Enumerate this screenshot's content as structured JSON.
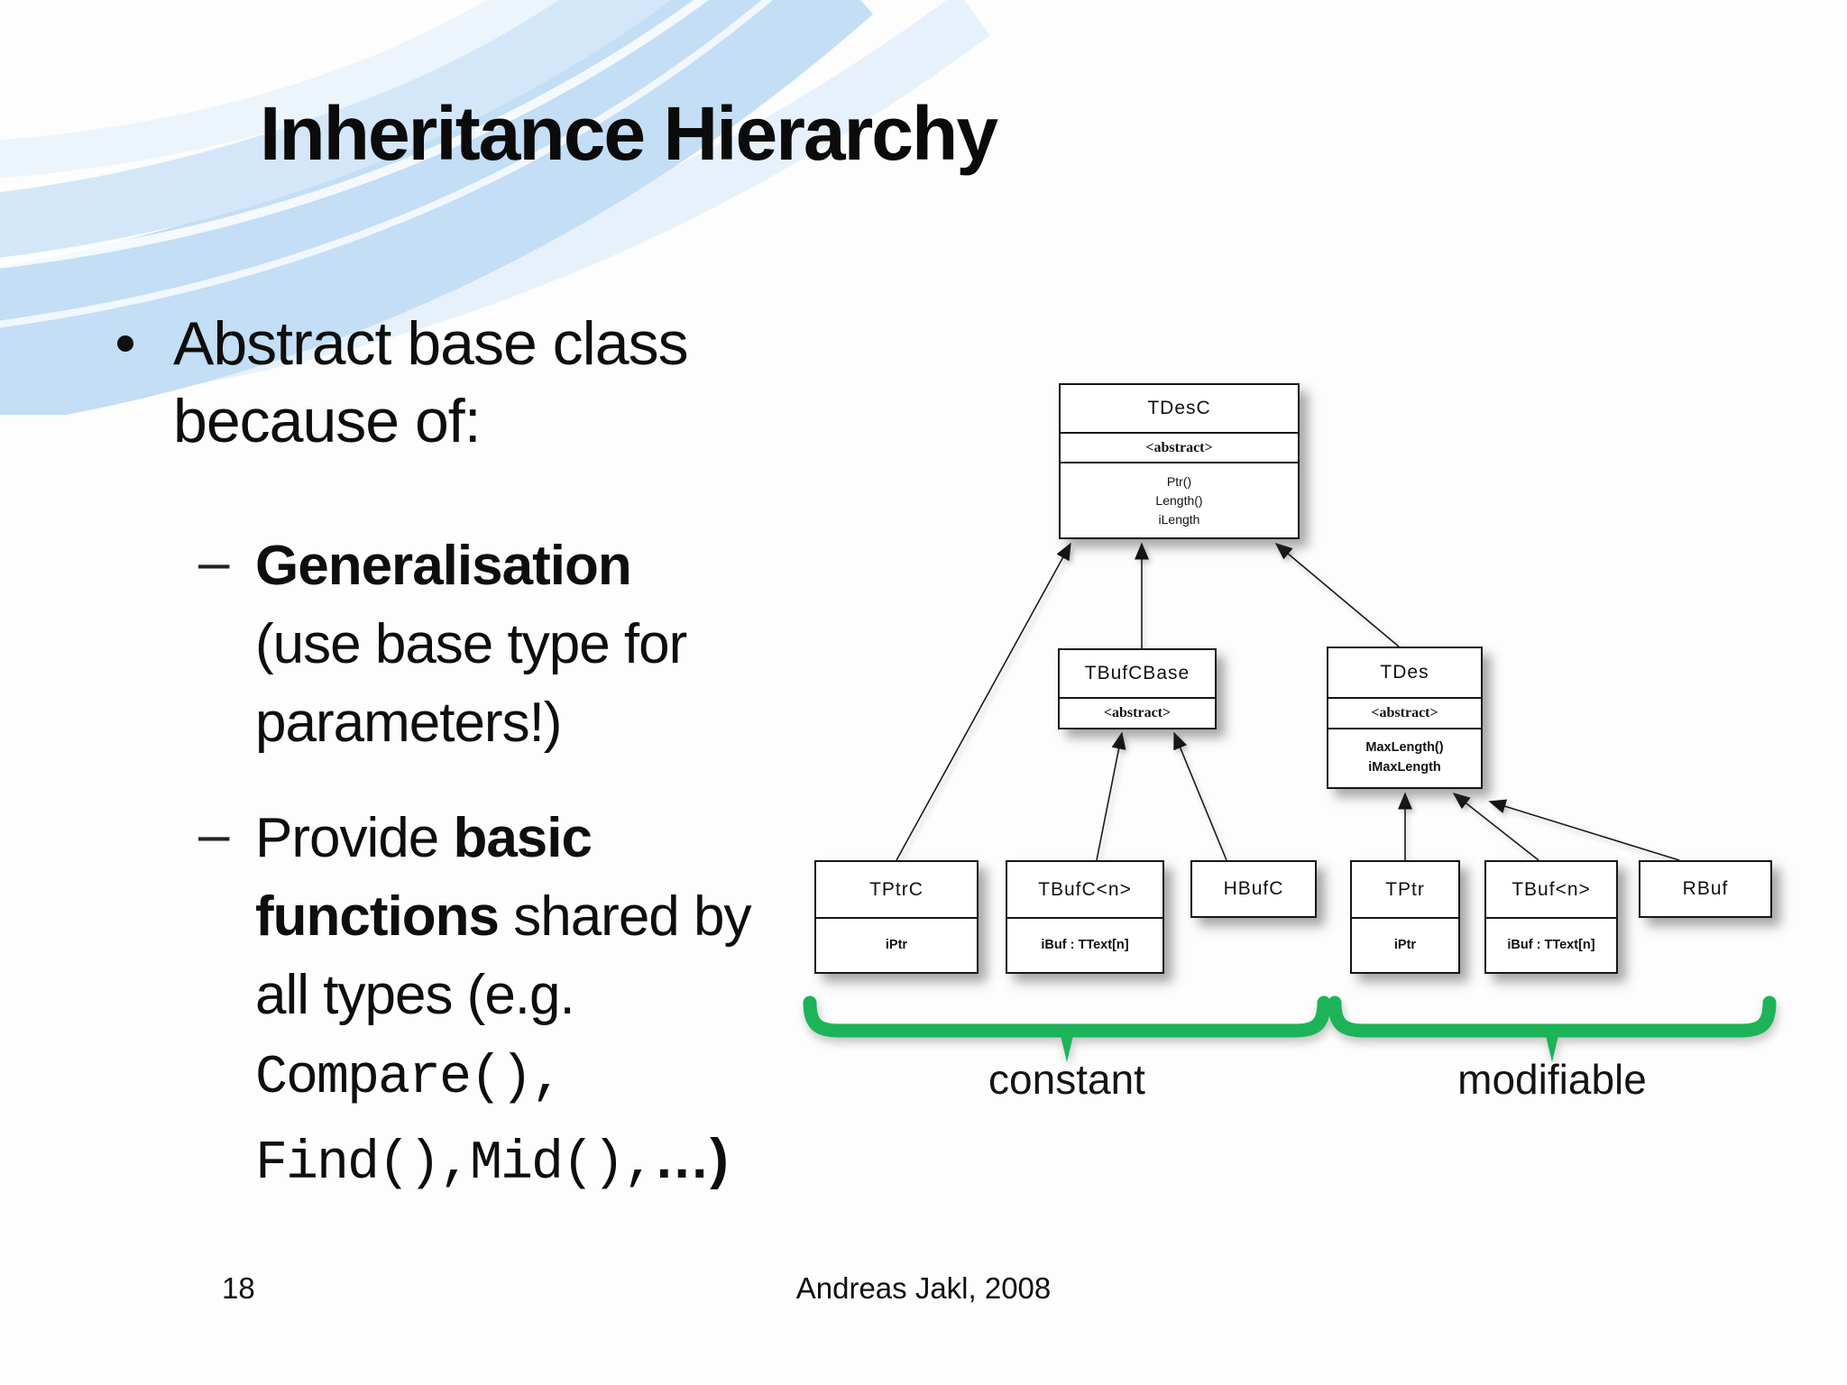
{
  "slide": {
    "title": "Inheritance Hierarchy",
    "page_number": "18",
    "credit": "Andreas Jakl, 2008"
  },
  "bullets": {
    "main": {
      "marker": "•",
      "line1": "Abstract base class",
      "line2": "because of:"
    },
    "sub1": {
      "marker": "–",
      "bold_word": "Generalisation",
      "line2": "(use base type for",
      "line3": "parameters!)"
    },
    "sub2": {
      "marker": "–",
      "l1_regular": "Provide ",
      "l1_bold": "basic",
      "l2_bold": "functions",
      "l2_regular": " shared by",
      "l3": "all types (e.g.",
      "l4_mono": "Compare(),",
      "l5_mono": "Find(),Mid(),",
      "l5_bold": "…)"
    }
  },
  "diagram": {
    "classes": [
      {
        "name": "TDesC",
        "stereotype": "<abstract>",
        "members": [
          "Ptr()",
          "Length()",
          "iLength"
        ]
      },
      {
        "name": "TBufCBase",
        "stereotype": "<abstract>",
        "members": []
      },
      {
        "name": "TDes",
        "stereotype": "<abstract>",
        "members": [
          "MaxLength()",
          "iMaxLength"
        ]
      },
      {
        "name": "TPtrC",
        "members": [
          "iPtr"
        ]
      },
      {
        "name": "TBufC<n>",
        "members": [
          "iBuf : TText[n]"
        ]
      },
      {
        "name": "HBufC",
        "members": []
      },
      {
        "name": "TPtr",
        "members": [
          "iPtr"
        ]
      },
      {
        "name": "TBuf<n>",
        "members": [
          "iBuf : TText[n]"
        ]
      },
      {
        "name": "RBuf",
        "members": []
      }
    ],
    "brace_left_label": "constant",
    "brace_right_label": "modifiable",
    "brace_color": "#1db358",
    "line_color": "#1a1a1a"
  }
}
